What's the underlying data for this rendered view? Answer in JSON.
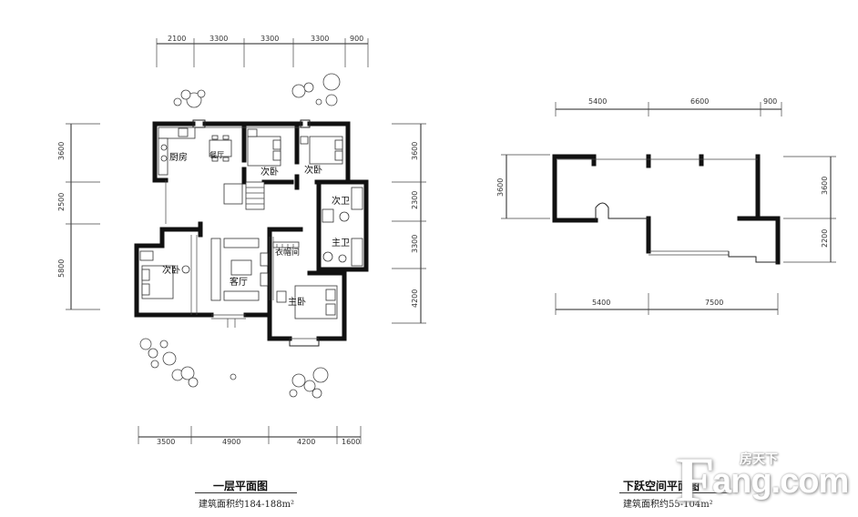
{
  "plan_left": {
    "top_dims": [
      "2100",
      "3300",
      "3300",
      "3300",
      "900"
    ],
    "left_dims": [
      "3600",
      "2500",
      "5800"
    ],
    "right_dims": [
      "3600",
      "2300",
      "3300",
      "4200"
    ],
    "bottom_dims": [
      "3500",
      "4900",
      "4200",
      "1600"
    ],
    "rooms": {
      "kitchen": "厨房",
      "dining": "餐厅",
      "bedroom_a": "次卧",
      "bedroom_b": "次卧",
      "bath_2": "次卫",
      "closet": "衣帽间",
      "bath_master": "主卫",
      "bedroom_left": "次卧",
      "living": "客厅",
      "master": "主卧"
    },
    "caption": "一层平面图",
    "area": "建筑面积约184-188m²"
  },
  "plan_right": {
    "top_dims": [
      "5400",
      "6600",
      "900"
    ],
    "left_dims": [
      "3600"
    ],
    "right_dims": [
      "3600",
      "2200"
    ],
    "bottom_dims": [
      "5400",
      "7500"
    ],
    "caption": "下跃空间平面图",
    "area": "建筑面积约55-104m²"
  },
  "watermark": {
    "brand_cn": "房天下",
    "brand_en": "ang.com",
    "brand_initial": "F"
  }
}
